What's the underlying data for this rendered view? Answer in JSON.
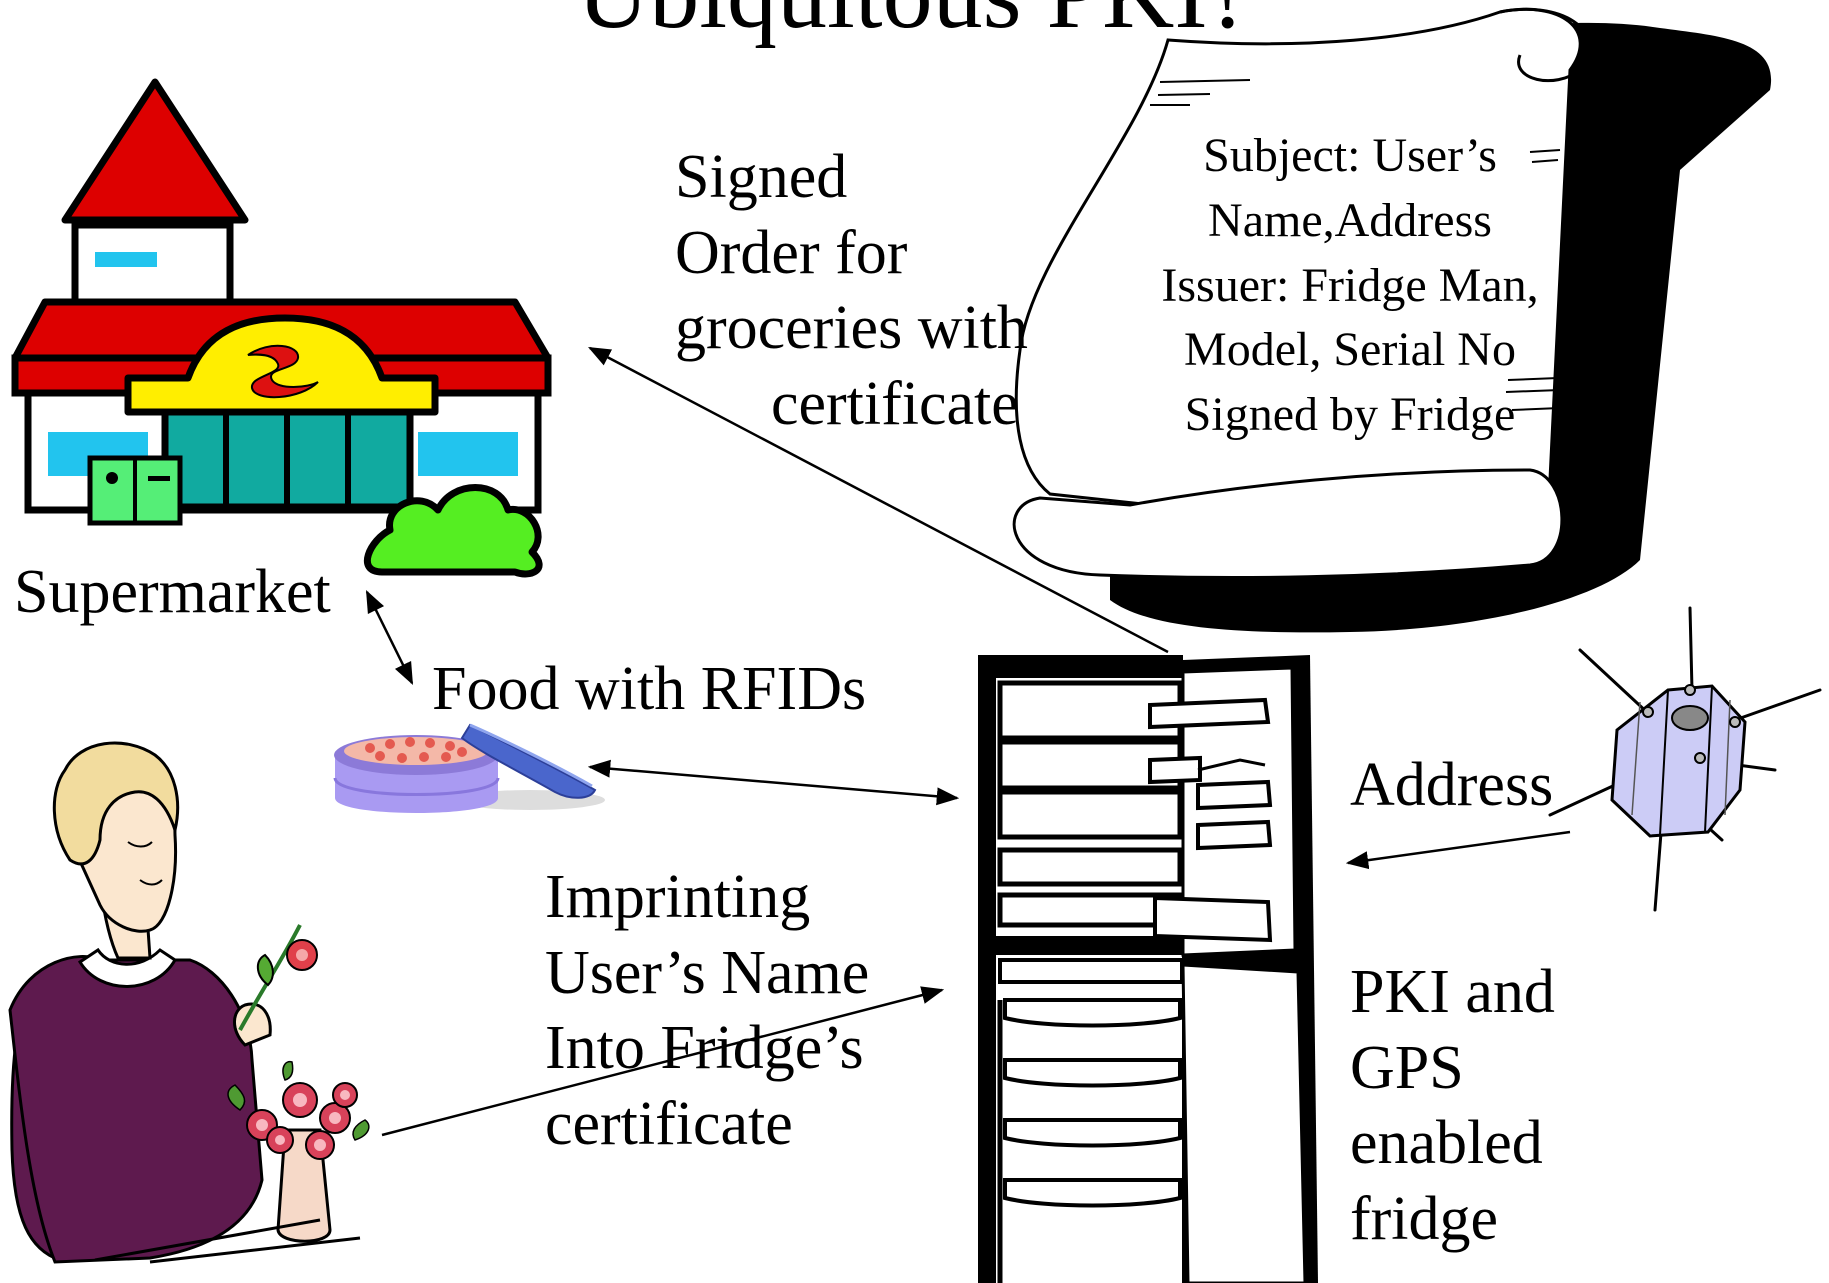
{
  "slide": {
    "title": "Ubiquitous PKI?",
    "labels": {
      "signed_order": [
        "Signed",
        "Order for",
        "groceries with",
        "certificate"
      ],
      "supermarket": "Supermarket",
      "food_rfid": "Food with RFIDs",
      "address": "Address",
      "imprinting": [
        "Imprinting",
        "User’s Name",
        "Into Fridge’s",
        "certificate"
      ],
      "fridge": [
        "PKI and",
        "GPS",
        "enabled",
        "fridge"
      ]
    },
    "certificate": {
      "lines": [
        "Subject: User’s",
        "Name,Address",
        "Issuer: Fridge Man,",
        "Model, Serial No",
        "Signed by Fridge"
      ]
    },
    "icons": [
      "supermarket-icon",
      "rfid-food-tin-icon",
      "woman-with-flowers-icon",
      "open-fridge-icon",
      "gps-satellite-icon",
      "certificate-scroll-icon"
    ],
    "colors": {
      "roof_red": "#dd0000",
      "awning_yellow": "#ffee00",
      "shop_teal": "#11aaa0",
      "window_blue": "#22c4ee",
      "bush_green": "#55ee22",
      "tin_purple": "#a99af2",
      "dress_purple": "#5e1a4e",
      "satellite_lilac": "#ccccf6"
    }
  }
}
